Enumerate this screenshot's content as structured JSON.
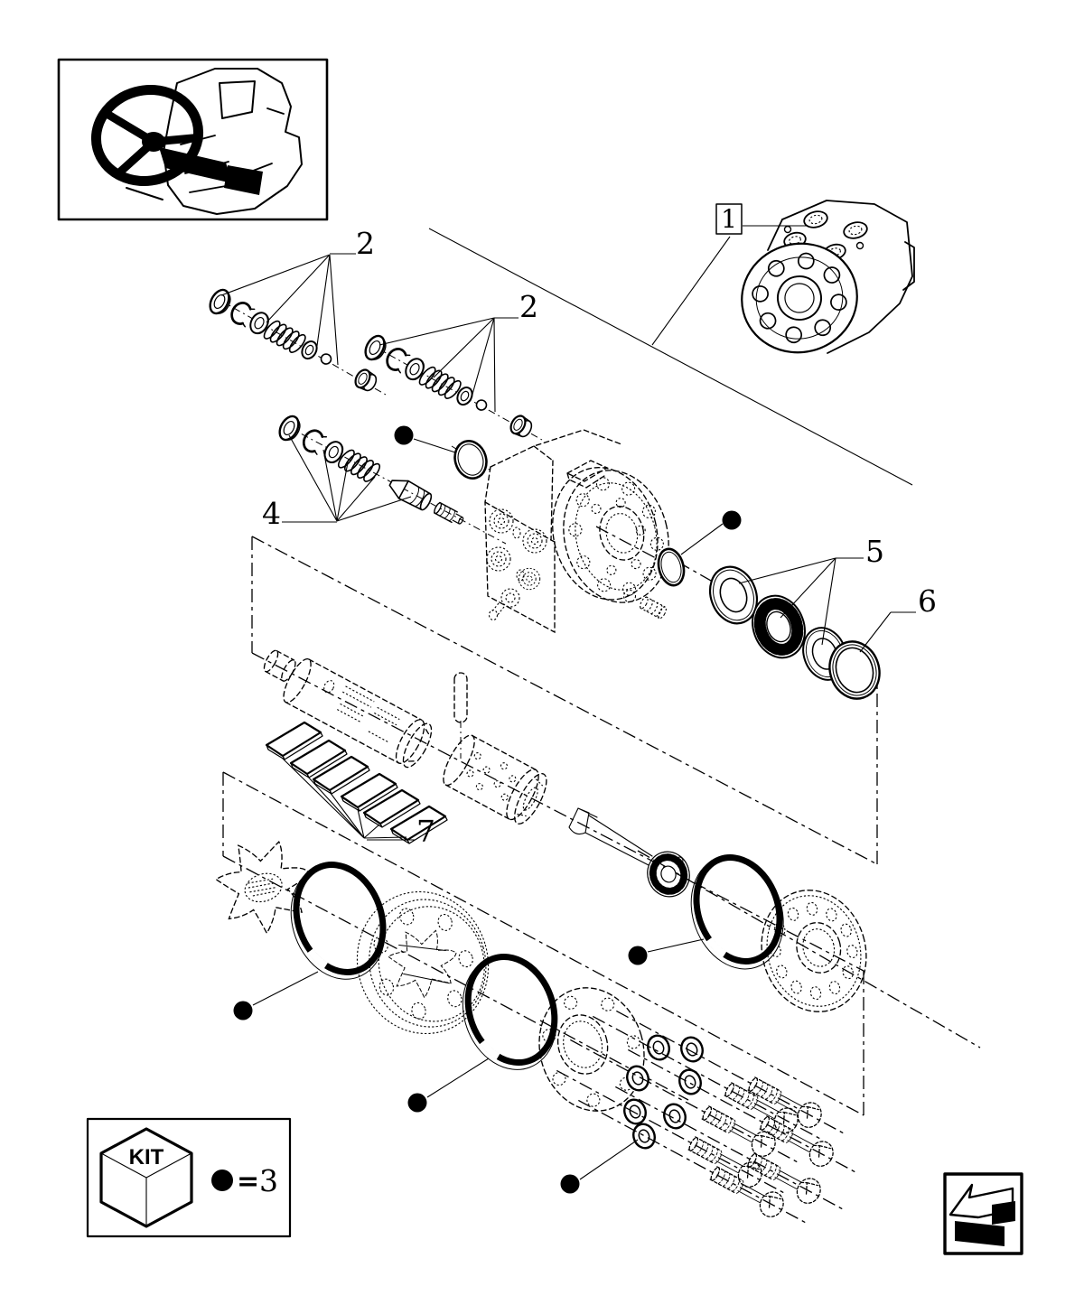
{
  "colors": {
    "background": "#ffffff",
    "ink": "#000000"
  },
  "reference_box": {
    "label": "1"
  },
  "callouts": {
    "item1": "1",
    "item2_top": "2",
    "item2_mid": "2",
    "item4": "4",
    "item5": "5",
    "item6": "6",
    "item7": "7"
  },
  "kit_legend": {
    "kit_text": "KIT",
    "equals_sign": "=",
    "kit_item_number": "3"
  },
  "icons": {
    "back_arrow": "back-arrow-icon",
    "kit_marker": "filled-dot-icon",
    "location_thumbnail": "steering-column-thumbnail"
  }
}
